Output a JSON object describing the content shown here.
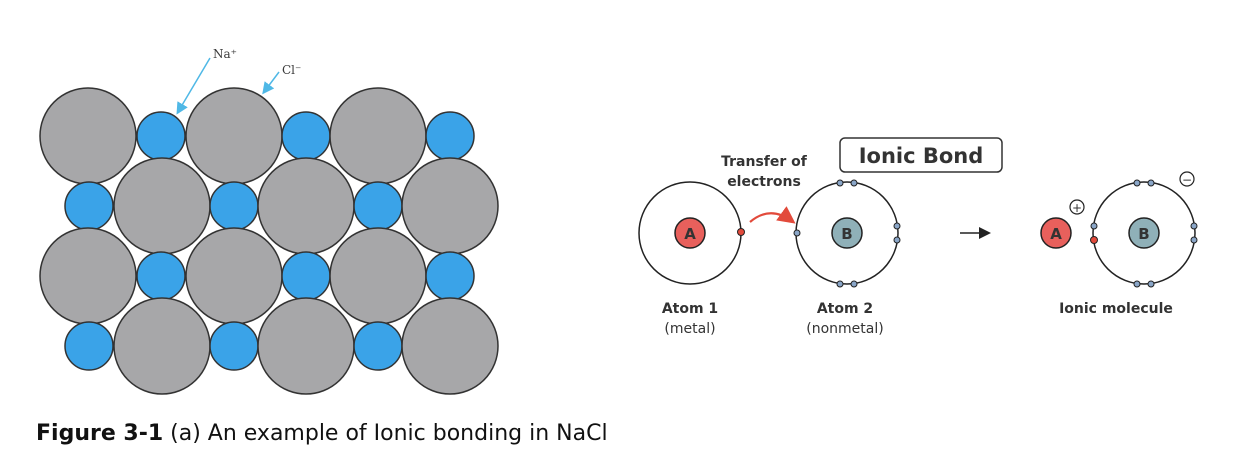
{
  "lattice": {
    "sodium_label": "Na⁺",
    "chloride_label": "Cl⁻",
    "colors": {
      "chloride": "#a7a7a9",
      "sodium": "#3aa3e8",
      "arrow": "#4fb8e6"
    }
  },
  "ionic_bond": {
    "title": "Ionic Bond",
    "transfer_label_line1": "Transfer of",
    "transfer_label_line2": "electrons",
    "atom1": {
      "symbol": "A",
      "name": "Atom 1",
      "type": "(metal)"
    },
    "atom2": {
      "symbol": "B",
      "name": "Atom 2",
      "type": "(nonmetal)"
    },
    "molecule": {
      "label": "Ionic molecule",
      "cation_symbol": "A",
      "anion_symbol": "B",
      "plus_sign": "+",
      "minus_sign": "−"
    },
    "colors": {
      "metal": "#e8605c",
      "nonmetal": "#8fb0b8",
      "electron_transfer": "#e24a3b",
      "electron": "#8aa6c8"
    }
  },
  "caption": {
    "label": "Figure 3-1",
    "text": " (a) An example of Ionic bonding in NaCl"
  }
}
